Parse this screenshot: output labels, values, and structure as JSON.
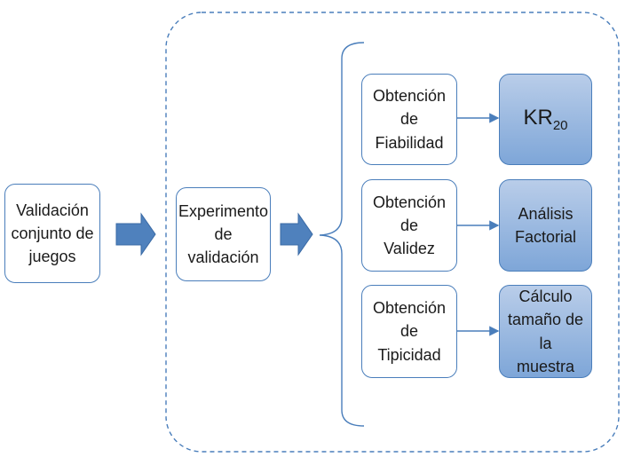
{
  "boxes": {
    "validacion": "Validación\nconjunto de\njuegos",
    "experimento": "Experimento\nde validación",
    "fiabilidad": "Obtención de\nFiabilidad",
    "validez": "Obtención de\nValidez",
    "tipicidad": "Obtención de\nTipicidad",
    "kr_base": "KR",
    "kr_sub": "20",
    "analisis": "Análisis\nFactorial",
    "calculo": "Cálculo\ntamaño de la\nmuestra"
  },
  "colors": {
    "border": "#4a7ebb",
    "arrow_fill": "#4f81bd",
    "filled_top": "#b9cde9",
    "filled_bottom": "#7ea6d8"
  }
}
